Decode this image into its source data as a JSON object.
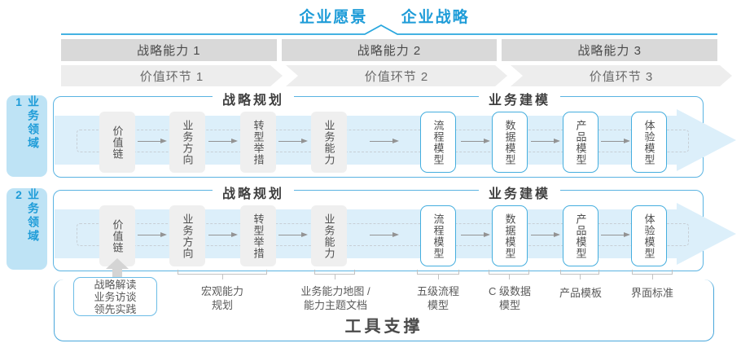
{
  "palette": {
    "accent_blue": "#1E9CD8",
    "top_line_blue": "#2AA7DE",
    "panel_border_blue": "#5AB3E2",
    "band_light_blue": "#DCEFFA",
    "domain_bg_blue": "#BEE3F5",
    "capability_bar_gray": "#D9D9D9",
    "value_link_gray": "#EDEDED",
    "node_gray": "#EFEFEF",
    "node_border_blue": "#45AEDE",
    "arrow_gray": "#939393",
    "bracket_gray": "#C2C2C2",
    "text_dark_gray": "#4A4A4A",
    "text_mid_gray": "#5A5A5A"
  },
  "header": {
    "vision": "企业愿景",
    "strategy": "企业战略"
  },
  "capability_bars": [
    "战略能力 1",
    "战略能力 2",
    "战略能力 3"
  ],
  "value_links": [
    "价值环节 1",
    "价值环节 2",
    "价值环节 3"
  ],
  "domains": [
    "业务领域 1",
    "业务领域 2"
  ],
  "row": {
    "planning_title": "战略规划",
    "modeling_title": "业务建模",
    "planning_boxes": [
      "价值链",
      "业务方向",
      "转型举措",
      "业务能力"
    ],
    "modeling_boxes": [
      "流程模型",
      "数据模型",
      "产品模型",
      "体验模型"
    ]
  },
  "annotations": {
    "practice_box": [
      "战略解读",
      "业务访谈",
      "领先实践"
    ],
    "macro_capability": [
      "宏观能力",
      "规划"
    ],
    "capability_map": [
      "业务能力地图 /",
      "能力主题文档"
    ],
    "process_model": [
      "五级流程",
      "模型"
    ],
    "data_model": [
      "C 级数据",
      "模型"
    ],
    "product_template": [
      "产品模板"
    ],
    "ui_standard": [
      "界面标准"
    ]
  },
  "footer": {
    "tool_support": "工具支撑"
  }
}
